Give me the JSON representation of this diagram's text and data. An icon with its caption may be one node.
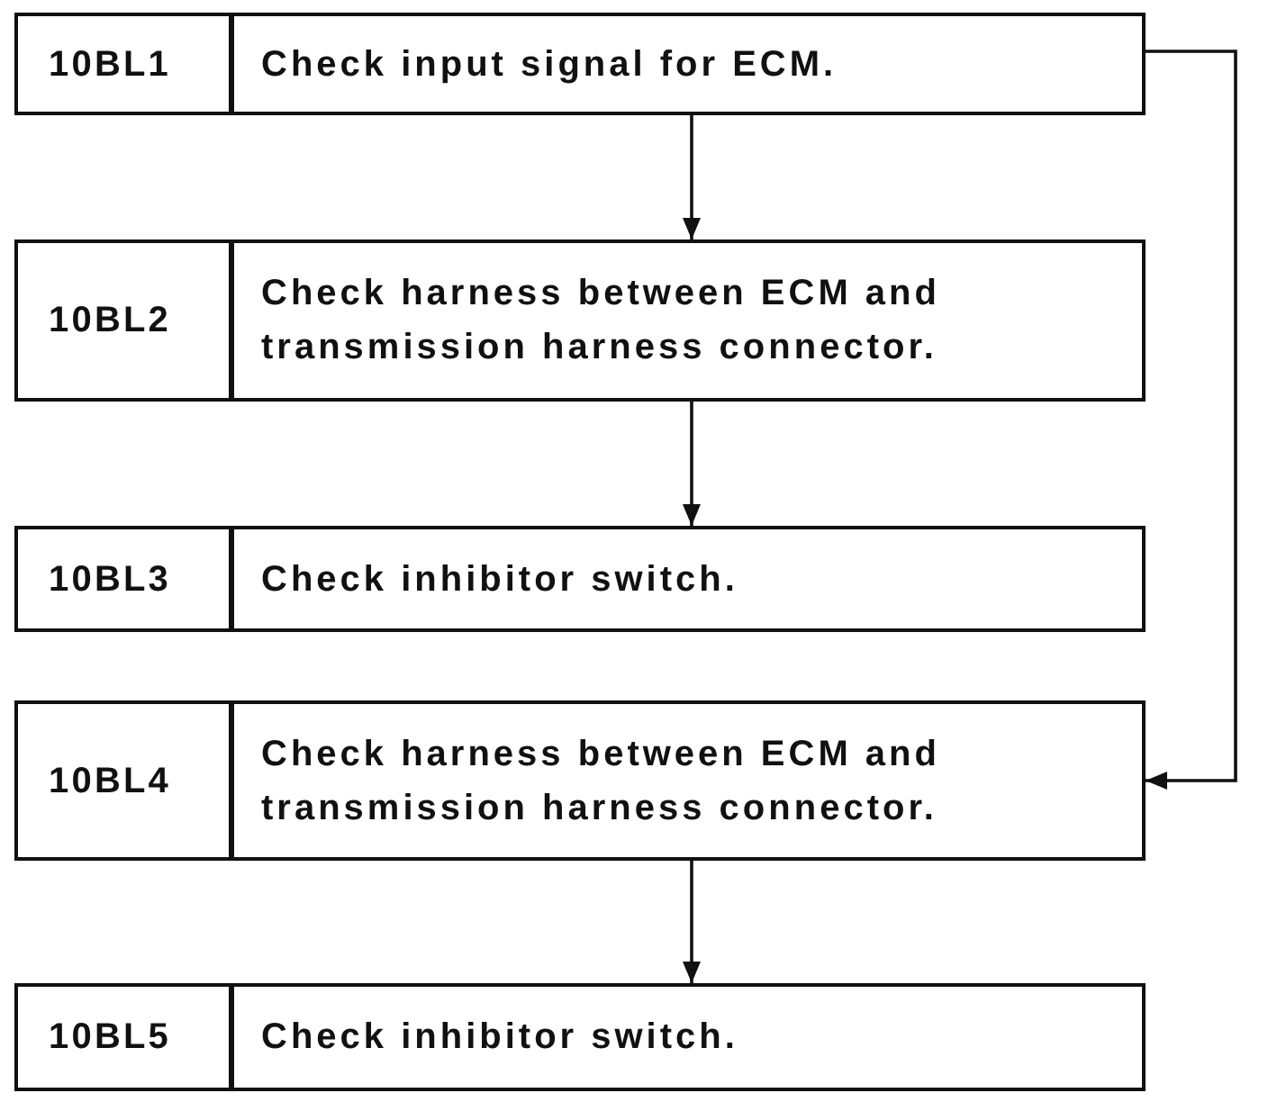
{
  "diagram": {
    "nodes": [
      {
        "text": [
          "10BL1",
          "Check input signal for ECM."
        ]
      },
      {
        "text": [
          "10BL2",
          "Check harness between ECM and transmission harness connector."
        ]
      },
      {
        "text": [
          "10BL3",
          "Check inhibitor switch."
        ]
      },
      {
        "text": [
          "10BL4",
          "Check harness between ECM and transmission harness connector."
        ]
      },
      {
        "text": [
          "10BL5",
          "Check inhibitor switch."
        ]
      }
    ],
    "edges": [
      {
        "from": 0,
        "to": 1,
        "arrow": "to"
      },
      {
        "from": 1,
        "to": 2,
        "arrow": "to"
      },
      {
        "from": 0,
        "to": 3,
        "arrow": "to"
      },
      {
        "from": 3,
        "to": 4,
        "arrow": "to"
      }
    ]
  }
}
